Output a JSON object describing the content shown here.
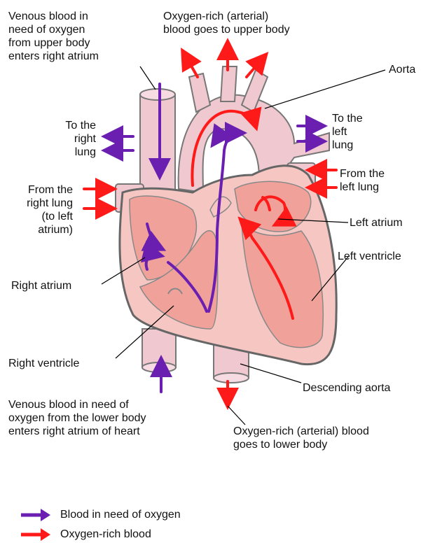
{
  "labels": {
    "venous_upper": "Venous blood in\nneed of oxygen\nfrom upper body\nenters right atrium",
    "oxygen_upper": "Oxygen-rich (arterial)\nblood goes to upper body",
    "aorta": "Aorta",
    "to_right_lung": "To the\nright\nlung",
    "to_left_lung": "To the\nleft\nlung",
    "from_left_lung": "From the\nleft lung",
    "from_right_lung": "From the\nright lung\n(to left\natrium)",
    "left_atrium": "Left atrium",
    "left_ventricle": "Left ventricle",
    "right_atrium": "Right atrium",
    "right_ventricle": "Right ventricle",
    "descending_aorta": "Descending aorta",
    "venous_lower": "Venous blood in need of\noxygen from the lower body\nenters right atrium of heart",
    "oxygen_lower": "Oxygen-rich (arterial) blood\ngoes to lower body"
  },
  "legend": [
    {
      "label": "Blood in need of oxygen",
      "color": "#6a1fb0",
      "icon": "purple-arrow-icon"
    },
    {
      "label": "Oxygen-rich blood",
      "color": "#ff1a1a",
      "icon": "red-arrow-icon"
    }
  ],
  "colors": {
    "deoxygenated": "#6a1fb0",
    "oxygenated": "#ff1a1a",
    "tissue": "#f4b3b3",
    "vessel": "#f0c8d0",
    "outline": "#555555"
  }
}
